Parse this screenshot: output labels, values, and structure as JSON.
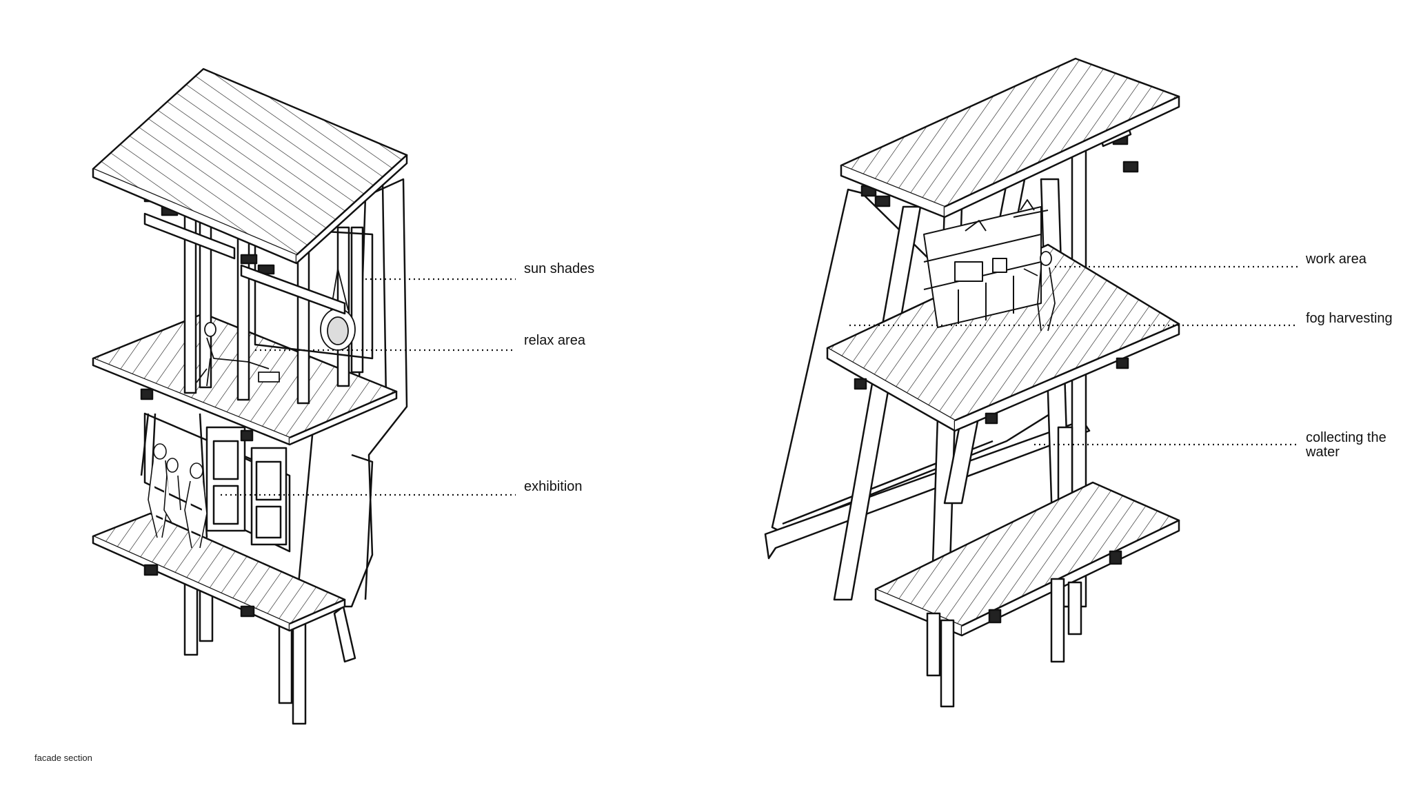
{
  "labels": {
    "sun_shades": "sun shades",
    "relax_area": "relax area",
    "exhibition": "exhibition",
    "work_area": "work area",
    "fog_harvesting": "fog harvesting",
    "collecting_water": "collecting the\nwater"
  },
  "caption": "facade section",
  "colors": {
    "line": "#111111",
    "fill": "#ffffff",
    "accent_fill": "#222222"
  }
}
